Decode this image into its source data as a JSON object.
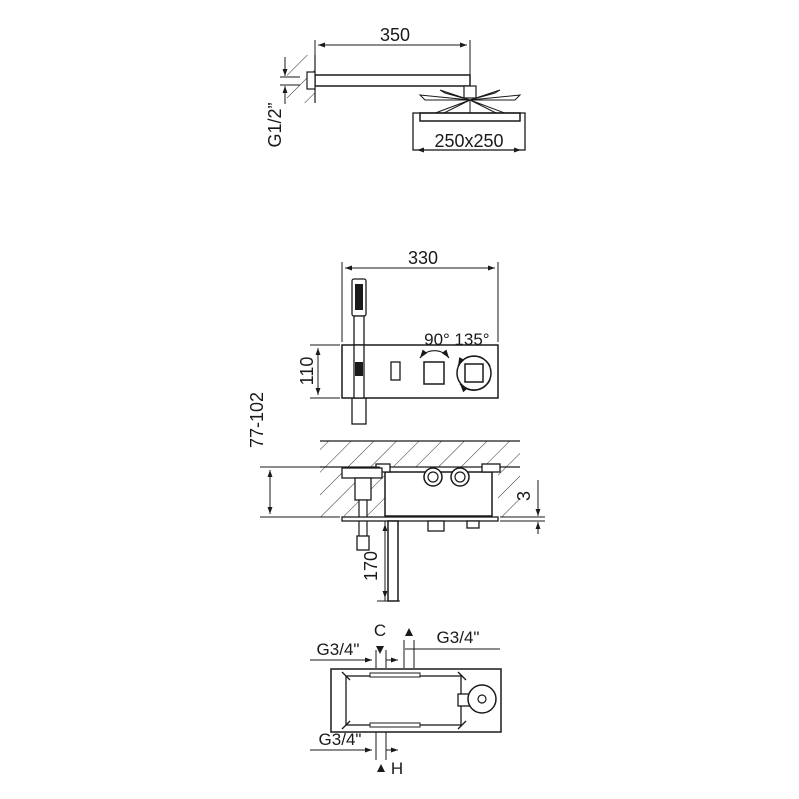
{
  "shower_head": {
    "arm_length": "350",
    "thread": "G1/2”",
    "head_size": "250x250"
  },
  "mixer_front": {
    "width": "330",
    "height": "110",
    "angle_1": "90°",
    "angle_2": "135°"
  },
  "section": {
    "wall_depth": "77-102",
    "min_projection": "3",
    "spout_drop": "170"
  },
  "bottom_view": {
    "inlet_top": "G3/4\"",
    "inlet_top_right": "G3/4\"",
    "inlet_bottom": "G3/4\"",
    "cold_label": "C",
    "hot_label": "H"
  }
}
